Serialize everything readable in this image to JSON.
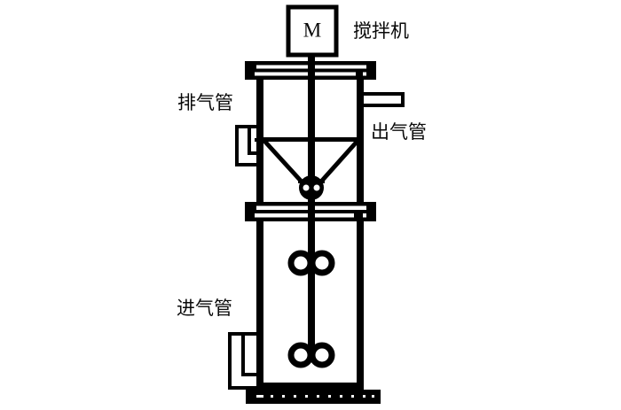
{
  "diagram": {
    "title_text": "",
    "background_color": "#ffffff",
    "line_color": "#000000",
    "motor": {
      "label": "M",
      "name": "motor-box"
    },
    "labels": {
      "agitator": "搅拌机",
      "exhaust_pipe": "排气管",
      "outlet_pipe": "出气管",
      "inlet_pipe": "进气管"
    },
    "components": [
      {
        "name": "motor-box",
        "label": "M"
      },
      {
        "name": "agitator-shaft",
        "label": ""
      },
      {
        "name": "top-flange",
        "label": ""
      },
      {
        "name": "middle-flange",
        "label": ""
      },
      {
        "name": "cone-funnel",
        "label": ""
      },
      {
        "name": "cone-valve",
        "label": ""
      },
      {
        "name": "upper-impeller",
        "label": ""
      },
      {
        "name": "lower-impeller",
        "label": ""
      },
      {
        "name": "sparger-base",
        "label": ""
      },
      {
        "name": "vessel-wall-left",
        "label": ""
      },
      {
        "name": "vessel-wall-right",
        "label": ""
      }
    ],
    "sparger": {
      "hole_count": 13
    }
  }
}
